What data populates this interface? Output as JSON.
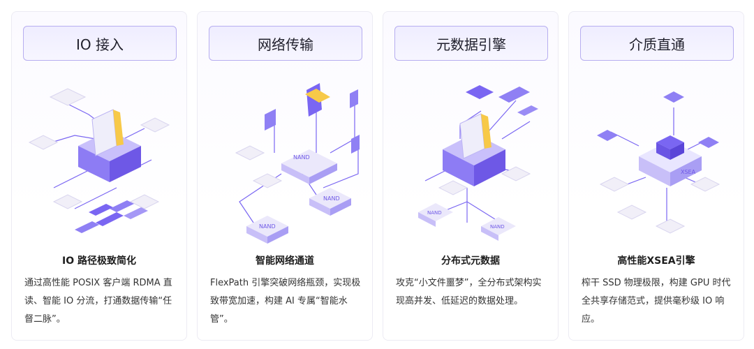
{
  "cards": [
    {
      "title": "IO 接入",
      "subtitle": "IO 路径极致简化",
      "description": "通过高性能 POSIX 客户端 RDMA 直读、智能 IO 分流，打通数据传输“任督二脉”。"
    },
    {
      "title": "网络传输",
      "subtitle": "智能网络通道",
      "description": "FlexPath 引擎突破网络瓶颈，实现极致带宽加速，构建 AI 专属“智能水管”。",
      "illustration_labels": [
        "NAND",
        "NAND",
        "NAND"
      ]
    },
    {
      "title": "元数据引擎",
      "subtitle": "分布式元数据",
      "description": "攻克“小文件噩梦”，全分布式架构实现高并发、低延迟的数据处理。",
      "illustration_labels": [
        "NAND",
        "NAND"
      ]
    },
    {
      "title": "介质直通",
      "subtitle": "高性能XSEA引擎",
      "description": "榨干 SSD 物理极限，构建 GPU 时代全共享存储范式，提供毫秒级 IO 响应。",
      "illustration_labels": [
        "XSEA"
      ]
    }
  ],
  "colors": {
    "accent": "#7a66f2",
    "accent_light": "#e9e6ff",
    "border": "#b7aef0"
  }
}
